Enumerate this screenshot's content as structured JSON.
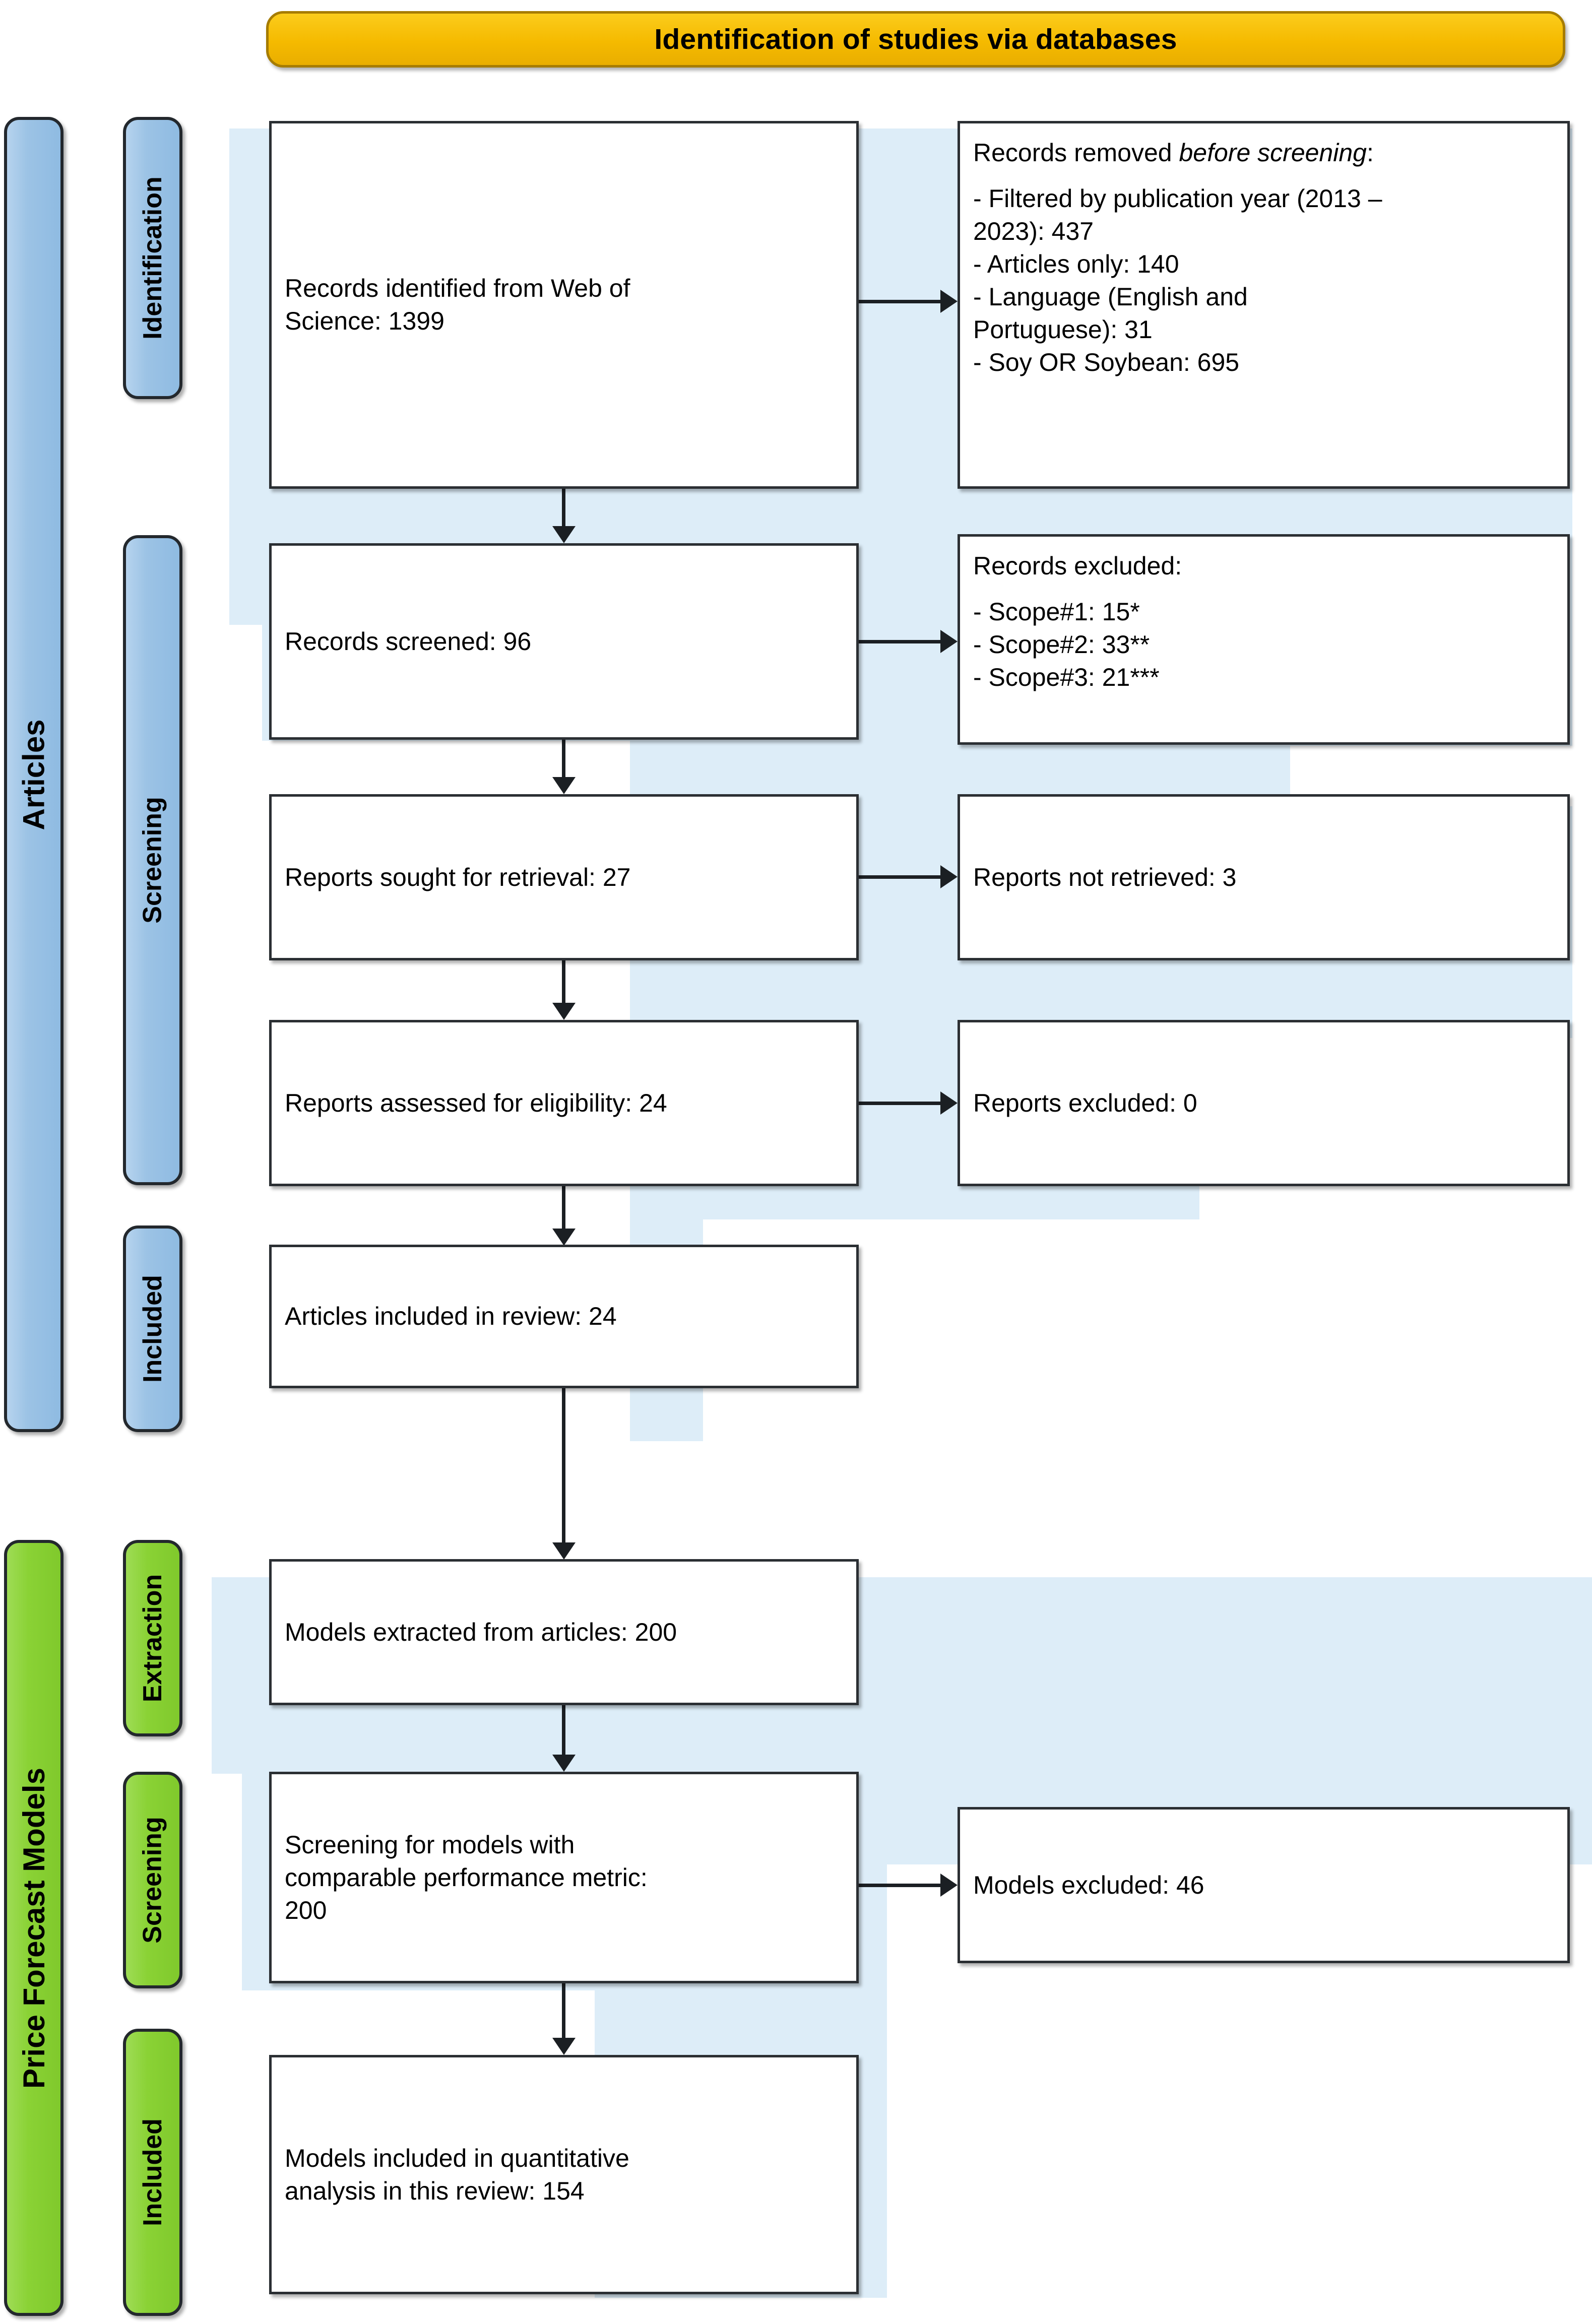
{
  "header": {
    "title": "Identification of studies via databases"
  },
  "colors": {
    "banner_fill": "#f7bf10",
    "banner_border": "#a67c00",
    "articles_group_fill": "#9cc3e5",
    "models_group_fill": "#8dd239",
    "backdrop_fill": "#ddedf8",
    "box_border": "#2b2f33",
    "connector": "#1b1f23"
  },
  "groups": [
    {
      "id": "articles",
      "label": "Articles",
      "color": "#9cc3e5",
      "stages": [
        {
          "id": "identification",
          "label": "Identification"
        },
        {
          "id": "screening",
          "label": "Screening"
        },
        {
          "id": "included",
          "label": "Included"
        }
      ]
    },
    {
      "id": "price-forecast-models",
      "label": "Price Forecast Models",
      "color": "#8dd239",
      "stages": [
        {
          "id": "extraction",
          "label": "Extraction"
        },
        {
          "id": "screening",
          "label": "Screening"
        },
        {
          "id": "included",
          "label": "Included"
        }
      ]
    }
  ],
  "boxes": {
    "records_identified": {
      "line1": "Records identified from Web of",
      "line2": "Science: 1399"
    },
    "records_removed": {
      "title_prefix": "Records removed ",
      "title_italic": "before screening",
      "title_suffix": ":",
      "items": [
        "- Filtered by publication year (2013 –",
        "2023): 437",
        "- Articles only: 140",
        "- Language (English and",
        "Portuguese): 31",
        "- Soy OR Soybean: 695"
      ]
    },
    "records_screened": {
      "line1": "Records screened: 96"
    },
    "records_excluded": {
      "title": "Records excluded:",
      "items": [
        "- Scope#1:  15*",
        "- Scope#2:  33**",
        "- Scope#3:  21***"
      ]
    },
    "reports_sought": {
      "line1": "Reports sought for retrieval: 27"
    },
    "reports_not_retrieved": {
      "line1": "Reports not retrieved: 3"
    },
    "reports_assessed": {
      "line1": "Reports assessed for eligibility: 24"
    },
    "reports_excluded": {
      "line1": "Reports excluded: 0"
    },
    "articles_included": {
      "line1": "Articles included in review: 24"
    },
    "models_extracted": {
      "line1": "Models extracted from articles: 200"
    },
    "models_screening": {
      "line1": "Screening for models with",
      "line2": "comparable performance metric:",
      "line3": "200"
    },
    "models_excluded": {
      "line1": "Models excluded: 46"
    },
    "models_included": {
      "line1": "Models included in quantitative",
      "line2": "analysis in this review: 154"
    }
  },
  "chart_data": {
    "type": "diagram",
    "title": "Identification of studies via databases",
    "flow": [
      {
        "stage": "Identification",
        "node": "Records identified from Web of Science",
        "value": 1399
      },
      {
        "stage": "Identification",
        "node": "Records removed before screening: Filtered by publication year (2013 - 2023)",
        "value": 437
      },
      {
        "stage": "Identification",
        "node": "Records removed before screening: Articles only",
        "value": 140
      },
      {
        "stage": "Identification",
        "node": "Records removed before screening: Language (English and Portuguese)",
        "value": 31
      },
      {
        "stage": "Identification",
        "node": "Records removed before screening: Soy OR Soybean",
        "value": 695
      },
      {
        "stage": "Screening",
        "node": "Records screened",
        "value": 96
      },
      {
        "stage": "Screening",
        "node": "Records excluded: Scope#1",
        "value": 15
      },
      {
        "stage": "Screening",
        "node": "Records excluded: Scope#2",
        "value": 33
      },
      {
        "stage": "Screening",
        "node": "Records excluded: Scope#3",
        "value": 21
      },
      {
        "stage": "Screening",
        "node": "Reports sought for retrieval",
        "value": 27
      },
      {
        "stage": "Screening",
        "node": "Reports not retrieved",
        "value": 3
      },
      {
        "stage": "Screening",
        "node": "Reports assessed for eligibility",
        "value": 24
      },
      {
        "stage": "Screening",
        "node": "Reports excluded",
        "value": 0
      },
      {
        "stage": "Included",
        "node": "Articles included in review",
        "value": 24
      },
      {
        "stage": "Extraction",
        "node": "Models extracted from articles",
        "value": 200
      },
      {
        "stage": "Screening",
        "node": "Screening for models with comparable performance metric",
        "value": 200
      },
      {
        "stage": "Screening",
        "node": "Models excluded",
        "value": 46
      },
      {
        "stage": "Included",
        "node": "Models included in quantitative analysis in this review",
        "value": 154
      }
    ]
  }
}
